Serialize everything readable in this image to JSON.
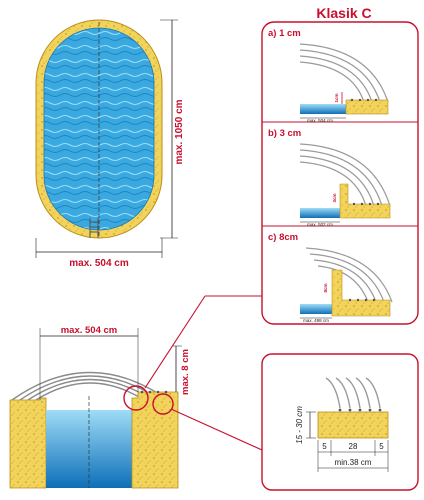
{
  "title": "Klasik C",
  "top_view": {
    "width_label": "max. 504 cm",
    "length_label": "max. 1050 cm"
  },
  "side_view": {
    "width_label": "max. 504 cm",
    "height_label": "max. 8 cm"
  },
  "options": [
    {
      "label": "a) 1 cm",
      "dim_label": "max. 504 cm",
      "step_label": "1cm"
    },
    {
      "label": "b) 3 cm",
      "dim_label": "max. 502 cm",
      "step_label": "3cm"
    },
    {
      "label": "c) 8cm",
      "dim_label": "max. 498 cm",
      "step_label": "8cm"
    }
  ],
  "base_detail": {
    "height_label": "15 - 30 cm",
    "segments": [
      "5",
      "28",
      "5"
    ],
    "total_label": "min.38 cm"
  },
  "colors": {
    "accent": "#c8102e",
    "sand": "#f2d35c",
    "water": "#2a9fd6",
    "rail": "#8a8a8a"
  }
}
